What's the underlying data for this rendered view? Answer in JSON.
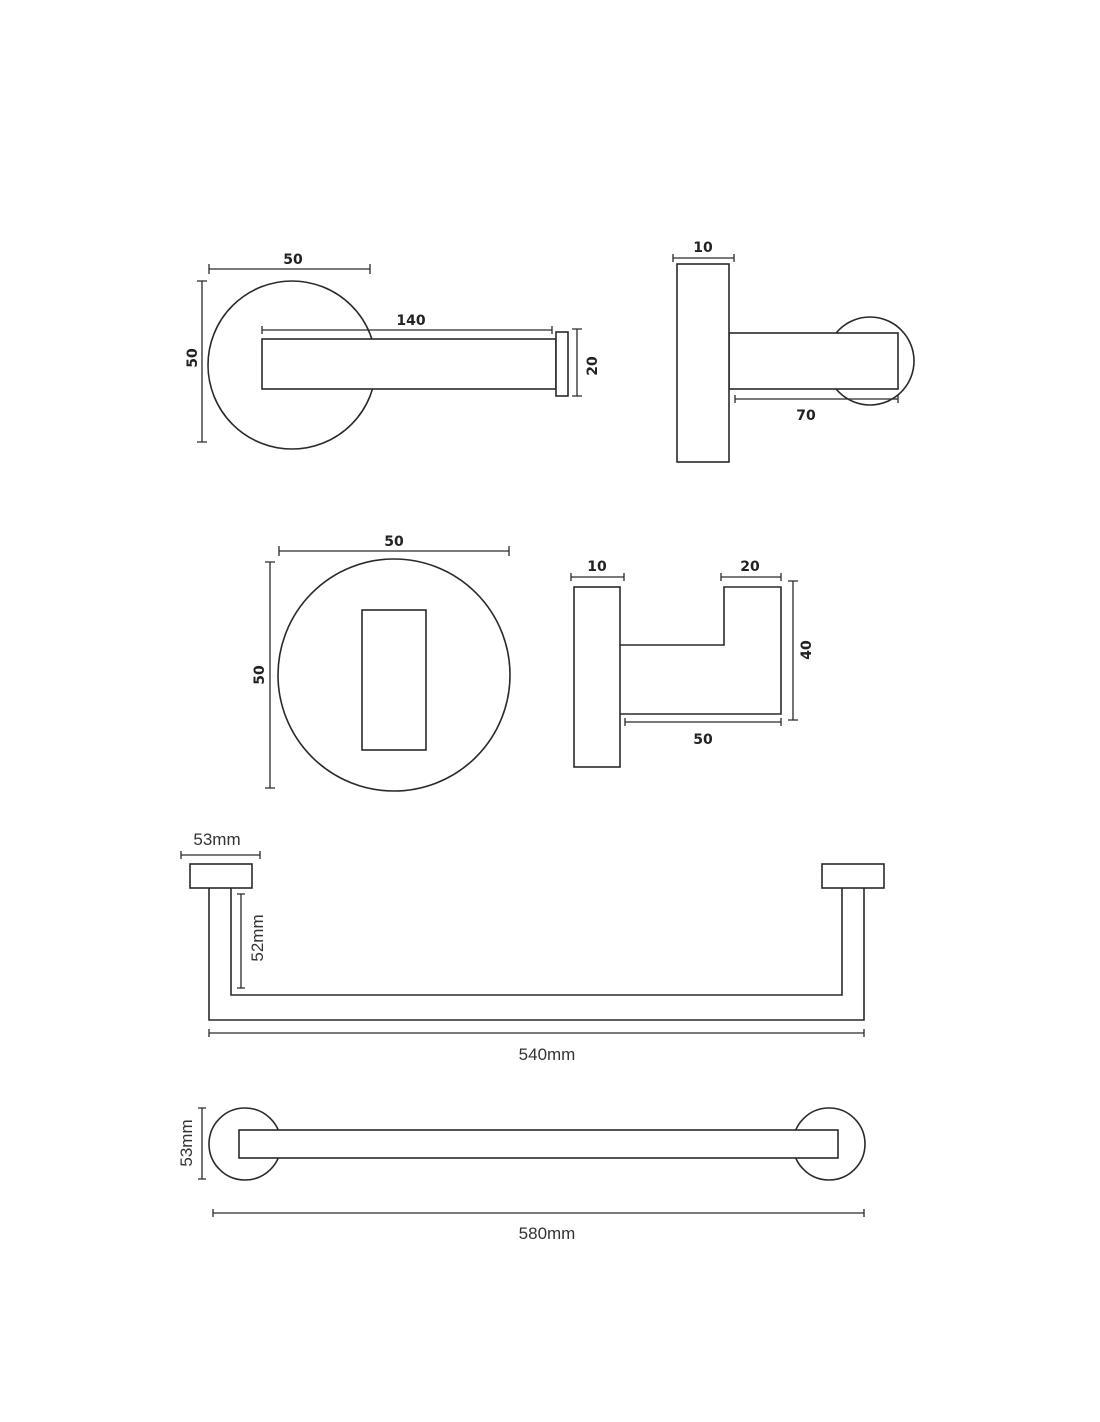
{
  "drawings": {
    "toilet_roll_holder_front": {
      "width": "50",
      "height": "50",
      "arm_length": "140",
      "cap_height": "20"
    },
    "toilet_roll_holder_side": {
      "plate_depth": "10",
      "projection": "70"
    },
    "robe_hook_front": {
      "width": "50",
      "height": "50"
    },
    "robe_hook_side": {
      "plate_depth": "10",
      "tip_width": "20",
      "height": "40",
      "projection": "50"
    },
    "towel_rail_top": {
      "bracket_width": "53mm",
      "projection": "52mm",
      "length": "540mm"
    },
    "towel_rail_front": {
      "height": "53mm",
      "length": "580mm"
    }
  },
  "colors": {
    "line": "#2a2a2a",
    "background": "#ffffff"
  }
}
